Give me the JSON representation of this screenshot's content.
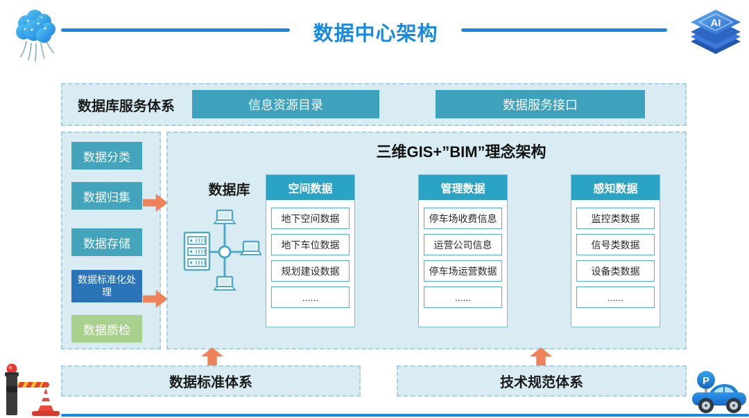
{
  "header": {
    "title": "数据中心架构",
    "ai_chip_label": "AI"
  },
  "service_row": {
    "label": "数据库服务体系",
    "buttons": [
      {
        "label": "信息资源目录"
      },
      {
        "label": "数据服务接口"
      }
    ]
  },
  "sidebar": {
    "items": [
      {
        "label": "数据分类",
        "color": "#43A4BC"
      },
      {
        "label": "数据归集",
        "color": "#43A4BC"
      },
      {
        "label": "数据存储",
        "color": "#43A4BC"
      },
      {
        "label": "数据标准化处理",
        "color": "#2B74B8"
      },
      {
        "label": "数据质检",
        "color": "#A9D18E"
      }
    ]
  },
  "main_panel": {
    "title": "三维GIS+”BIM”理念架构",
    "database_label": "数据库",
    "columns": [
      {
        "header": "空间数据",
        "items": [
          "地下空间数据",
          "地下车位数据",
          "规划建设数据",
          "......"
        ]
      },
      {
        "header": "管理数据",
        "items": [
          "停车场收费信息",
          "运营公司信息",
          "停车场运营数据",
          "......"
        ]
      },
      {
        "header": "感知数据",
        "items": [
          "监控类数据",
          "信号类数据",
          "设备类数据",
          "......"
        ]
      }
    ]
  },
  "bottom_row": {
    "boxes": [
      {
        "label": "数据标准体系"
      },
      {
        "label": "技术规范体系"
      }
    ]
  },
  "decorations": {
    "parking_sign_label": "P",
    "icons": [
      "brain-icon",
      "ai-chip-icon",
      "database-network-icon",
      "barrier-gate-icon",
      "traffic-cone-icon",
      "parking-car-icon"
    ]
  },
  "colors": {
    "accent_blue": "#1789E0",
    "teal": "#3EA2BD",
    "column_header_teal": "#2AA3C5",
    "deep_blue": "#2B74B8",
    "green": "#A9D18E",
    "panel_bg": "#D9ECF3",
    "arrow_orange": "#F0825A"
  }
}
